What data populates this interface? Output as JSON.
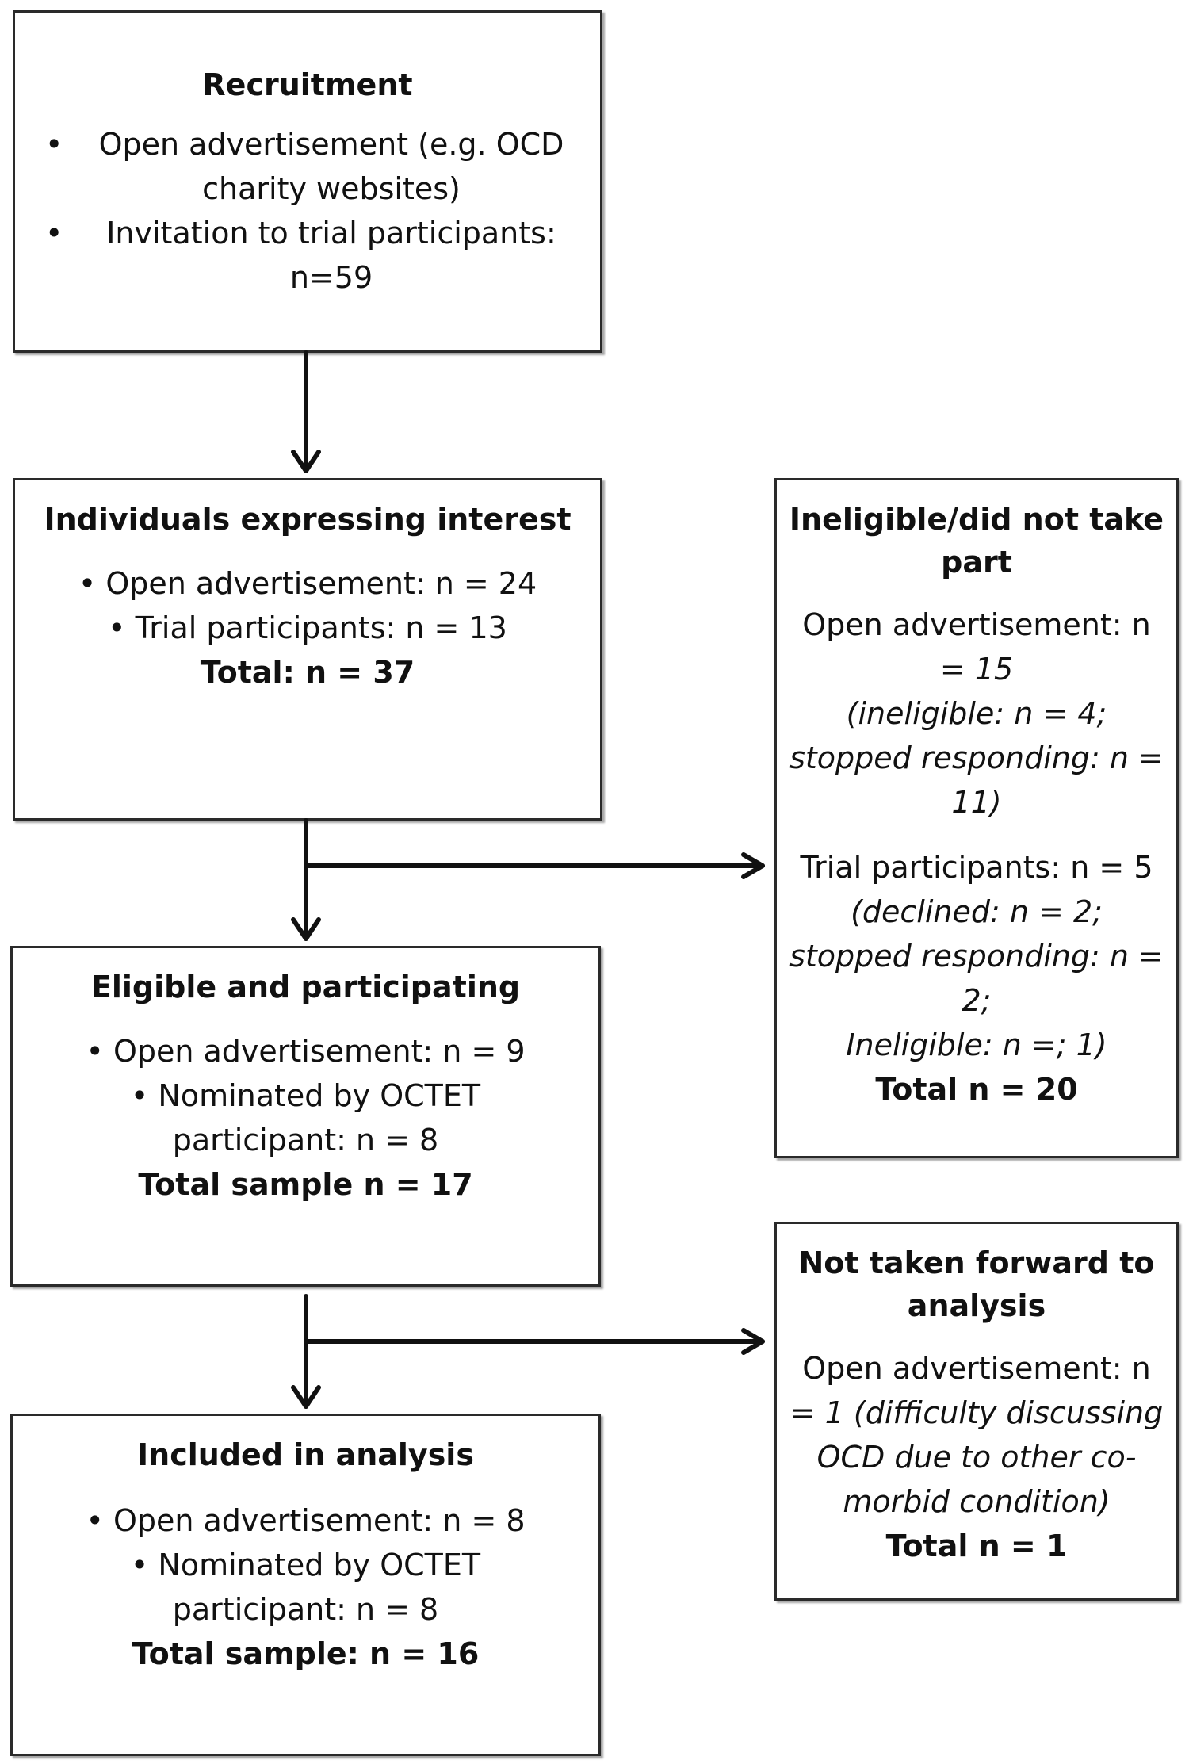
{
  "recruitment": {
    "title": "Recruitment",
    "bullet1a": "Open advertisement (e.g. OCD",
    "bullet1b": "charity websites)",
    "bullet2a": "Invitation to trial participants:",
    "bullet2b": "n=59"
  },
  "interest": {
    "title": "Individuals expressing interest",
    "bullet1": "Open advertisement: n = 24",
    "bullet2": "Trial participants: n = 13",
    "total": "Total: n = 37"
  },
  "eligible": {
    "title": "Eligible and participating",
    "bullet1": "Open advertisement: n = 9",
    "bullet2a": "Nominated by OCTET",
    "bullet2b": "participant: n = 8",
    "total": "Total sample n = 17"
  },
  "included": {
    "title": "Included in analysis",
    "bullet1": "Open advertisement: n = 8",
    "bullet2a": "Nominated by OCTET",
    "bullet2b": "participant: n = 8",
    "total": "Total sample: n = 16"
  },
  "ineligible": {
    "title1": "Ineligible/did not take",
    "title2": "part",
    "open1": "Open advertisement: n",
    "open2": "= 15",
    "open_detail1": "(ineligible: n = 4;",
    "open_detail2": "stopped responding: n =",
    "open_detail3": "11)",
    "trial1": "Trial participants: n = 5",
    "trial_detail1": "(declined: n = 2;",
    "trial_detail2": "stopped responding: n =",
    "trial_detail3": "2;",
    "trial_detail4": "Ineligible: n =; 1)",
    "total": "Total n = 20"
  },
  "not_forward": {
    "title1": "Not taken forward to",
    "title2": "analysis",
    "line1": "Open advertisement: n",
    "line2": "= 1 (difficulty discussing",
    "line3": "OCD due to other co-",
    "line4": "morbid condition)",
    "total": "Total n = 1"
  }
}
